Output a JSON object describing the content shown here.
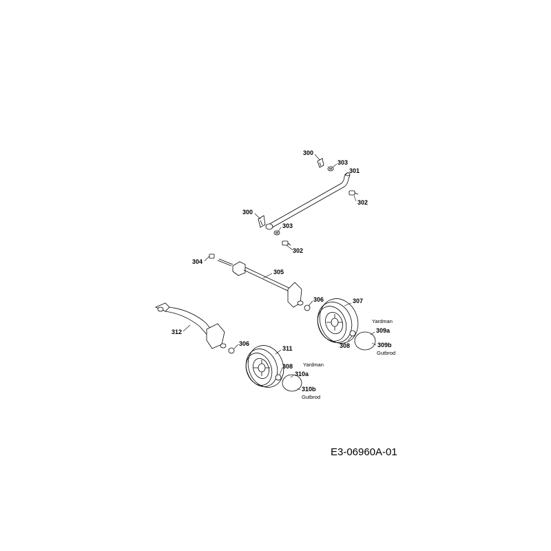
{
  "drawing_code": "E3-06960A-01",
  "labels": {
    "p300a": "300",
    "p303a": "303",
    "p301": "301",
    "p302a": "302",
    "p300b": "300",
    "p303b": "303",
    "p302b": "302",
    "p304": "304",
    "p305": "305",
    "p306a": "306",
    "p307": "307",
    "p312": "312",
    "p306b": "306",
    "p311": "311",
    "p308a": "308",
    "p309a": "309a",
    "p309b": "309b",
    "p308b": "308",
    "p310a": "310a",
    "p310b": "310b"
  },
  "brands": {
    "yardman_a": "Yardman",
    "gutbrod_a": "Gutbrod",
    "yardman_b": "Yardman",
    "gutbrod_b": "Gutbrod"
  }
}
